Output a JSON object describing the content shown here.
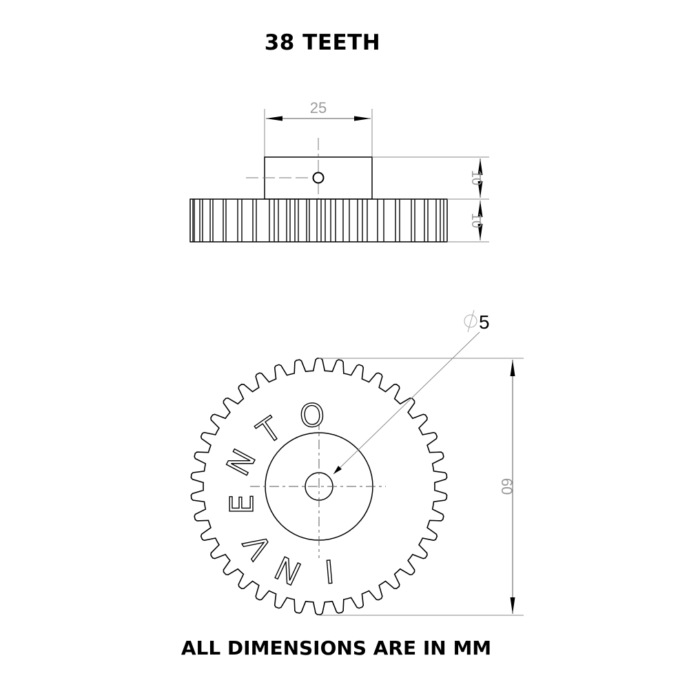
{
  "title": "38 TEETH",
  "footer_note": "ALL DIMENSIONS ARE IN MM",
  "side_view": {
    "hub_width_dim": "25",
    "hub_height_dim": "10",
    "gear_thickness_dim": "10"
  },
  "front_view": {
    "bore_diameter_dim": "5",
    "bore_diameter_symbol": "Ø",
    "outer_diameter_dim": "60",
    "engraved_text": "INVENTO",
    "teeth_count": 38
  },
  "colors": {
    "line": "#000000",
    "dimension": "#9a9a9a",
    "background": "#ffffff"
  }
}
